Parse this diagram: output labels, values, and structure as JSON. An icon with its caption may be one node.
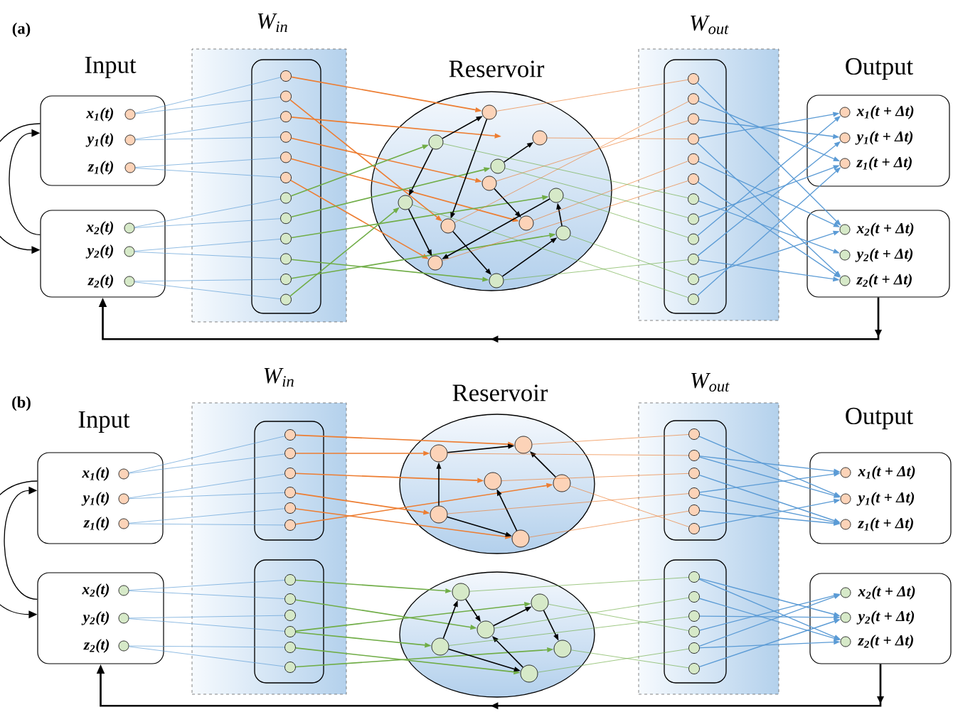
{
  "diagram": {
    "nodes": [
      {
        "text": [
          "x$_{1}$(t)",
          "y$_{1}$(t)",
          "z$_{1}$(t)"
        ]
      },
      {
        "text": [],
        "shape": "circle",
        "in": 0
      },
      {
        "text": [],
        "shape": "circle",
        "in": 0
      },
      {
        "text": [],
        "shape": "circle",
        "in": 0
      },
      {
        "text": [
          "x$_{2}$(t)",
          "y$_{2}$(t)",
          "z$_{2}$(t)"
        ]
      },
      {
        "text": [],
        "shape": "circle",
        "in": 4
      },
      {
        "text": [],
        "shape": "circle",
        "in": 4
      },
      {
        "text": [],
        "shape": "circle",
        "in": 4
      },
      {
        "text": [
          "W$_{in}$"
        ]
      },
      {
        "text": [],
        "shape": "box",
        "in": 8
      },
      {
        "text": [],
        "shape": "circle",
        "in": 9
      },
      {
        "text": [],
        "shape": "circle",
        "in": 9
      },
      {
        "text": [],
        "shape": "circle",
        "in": 9
      },
      {
        "text": [],
        "shape": "circle",
        "in": 9
      },
      {
        "text": [],
        "shape": "circle",
        "in": 9
      },
      {
        "text": [],
        "shape": "circle",
        "in": 9
      },
      {
        "text": [],
        "shape": "circle",
        "in": 9
      },
      {
        "text": [],
        "shape": "circle",
        "in": 9
      },
      {
        "text": [],
        "shape": "circle",
        "in": 9
      },
      {
        "text": [],
        "shape": "circle",
        "in": 9
      },
      {
        "text": [],
        "shape": "circle",
        "in": 9
      },
      {
        "text": [],
        "shape": "circle",
        "in": 9
      },
      {
        "text": [
          "Reservoir"
        ]
      },
      {
        "text": [],
        "shape": "circle",
        "in": 22
      },
      {
        "text": [],
        "shape": "circle",
        "in": 22
      },
      {
        "text": [],
        "shape": "circle",
        "in": 22
      },
      {
        "text": [],
        "shape": "circle",
        "in": 22
      },
      {
        "text": [],
        "shape": "circle",
        "in": 22
      },
      {
        "text": [],
        "shape": "circle",
        "in": 22
      },
      {
        "text": [],
        "shape": "circle",
        "in": 22
      },
      {
        "text": [],
        "shape": "circle",
        "in": 22
      },
      {
        "text": [],
        "shape": "circle",
        "in": 22
      },
      {
        "text": [],
        "shape": "circle",
        "in": 22
      },
      {
        "text": [],
        "shape": "circle",
        "in": 22
      },
      {
        "text": [],
        "shape": "circle",
        "in": 22
      },
      {
        "text": [
          "W$_{out}$"
        ]
      },
      {
        "text": [],
        "shape": "box",
        "in": 35
      },
      {
        "text": [],
        "shape": "circle",
        "in": 36
      },
      {
        "text": [],
        "shape": "circle",
        "in": 36
      },
      {
        "text": [],
        "shape": "circle",
        "in": 36
      },
      {
        "text": [],
        "shape": "circle",
        "in": 36
      },
      {
        "text": [],
        "shape": "circle",
        "in": 36
      },
      {
        "text": [],
        "shape": "circle",
        "in": 36
      },
      {
        "text": [],
        "shape": "circle",
        "in": 36
      },
      {
        "text": [],
        "shape": "circle",
        "in": 36
      },
      {
        "text": [],
        "shape": "circle",
        "in": 36
      },
      {
        "text": [],
        "shape": "circle",
        "in": 36
      },
      {
        "text": [],
        "shape": "circle",
        "in": 36
      },
      {
        "text": [],
        "shape": "circle",
        "in": 36
      },
      {
        "text": [
          "x$_{1}$(t + Δt)",
          "y$_{1}$(t + Δt)",
          "z$_{1}$(t + Δt)"
        ]
      },
      {
        "text": [],
        "shape": "circle",
        "in": 49
      },
      {
        "text": [],
        "shape": "circle",
        "in": 49
      },
      {
        "text": [],
        "shape": "circle",
        "in": 49
      },
      {
        "text": [
          "x$_{2}$(t + Δt)",
          "y$_{2}$(t + Δt)",
          "z$_{2}$(t + Δt)"
        ]
      },
      {
        "text": [],
        "shape": "circle",
        "in": 53
      },
      {
        "text": [],
        "shape": "circle",
        "in": 53
      },
      {
        "text": [],
        "shape": "circle",
        "in": 53
      },
      {
        "text": [
          "x$_{1}$(t)",
          "y$_{1}$(t)",
          "z$_{1}$(t)"
        ]
      },
      {
        "text": [],
        "shape": "circle",
        "in": 57
      },
      {
        "text": [],
        "shape": "circle",
        "in": 57
      },
      {
        "text": [],
        "shape": "circle",
        "in": 57
      },
      {
        "text": [
          "x$_{2}$(t)",
          "y$_{2}$(t)",
          "z$_{2}$(t)"
        ]
      },
      {
        "text": [],
        "shape": "circle",
        "in": 61
      },
      {
        "text": [],
        "shape": "circle",
        "in": 61
      },
      {
        "text": [],
        "shape": "circle",
        "in": 61
      },
      {
        "text": [
          "W$_{in}$"
        ]
      },
      {
        "text": [],
        "shape": "box",
        "in": 65
      },
      {
        "text": [],
        "shape": "circle",
        "in": 66
      },
      {
        "text": [],
        "shape": "circle",
        "in": 66
      },
      {
        "text": [],
        "shape": "circle",
        "in": 66
      },
      {
        "text": [],
        "shape": "circle",
        "in": 66
      },
      {
        "text": [],
        "shape": "circle",
        "in": 66
      },
      {
        "text": [],
        "shape": "circle",
        "in": 66
      },
      {
        "text": [],
        "shape": "box",
        "in": 65
      },
      {
        "text": [],
        "shape": "circle",
        "in": 73
      },
      {
        "text": [],
        "shape": "circle",
        "in": 73
      },
      {
        "text": [],
        "shape": "circle",
        "in": 73
      },
      {
        "text": [],
        "shape": "circle",
        "in": 73
      },
      {
        "text": [],
        "shape": "circle",
        "in": 73
      },
      {
        "text": [],
        "shape": "circle",
        "in": 73
      },
      {
        "text": [
          "Reservoir"
        ]
      },
      {
        "text": [],
        "shape": "circle",
        "in": 80
      },
      {
        "text": [],
        "shape": "circle",
        "in": 80
      },
      {
        "text": [],
        "shape": "circle",
        "in": 80
      },
      {
        "text": [],
        "shape": "circle",
        "in": 80
      },
      {
        "text": [],
        "shape": "circle",
        "in": 80
      },
      {
        "text": [],
        "shape": "circle",
        "in": 80
      },
      {
        "text": [],
        "shape": "ellipse"
      },
      {
        "text": [],
        "shape": "circle",
        "in": 87
      },
      {
        "text": [],
        "shape": "circle",
        "in": 87
      },
      {
        "text": [],
        "shape": "circle",
        "in": 87
      },
      {
        "text": [],
        "shape": "circle",
        "in": 87
      },
      {
        "text": [],
        "shape": "circle",
        "in": 87
      },
      {
        "text": [],
        "shape": "circle",
        "in": 87
      },
      {
        "text": [
          "W$_{out}$"
        ]
      },
      {
        "text": [],
        "shape": "box",
        "in": 94
      },
      {
        "text": [],
        "shape": "circle",
        "in": 95
      },
      {
        "text": [],
        "shape": "circle",
        "in": 95
      },
      {
        "text": [],
        "shape": "circle",
        "in": 95
      },
      {
        "text": [],
        "shape": "circle",
        "in": 95
      },
      {
        "text": [],
        "shape": "circle",
        "in": 95
      },
      {
        "text": [],
        "shape": "circle",
        "in": 95
      },
      {
        "text": [],
        "shape": "box",
        "in": 94
      },
      {
        "text": [],
        "shape": "circle",
        "in": 102
      },
      {
        "text": [],
        "shape": "circle",
        "in": 102
      },
      {
        "text": [],
        "shape": "circle",
        "in": 102
      },
      {
        "text": [],
        "shape": "circle",
        "in": 102
      },
      {
        "text": [],
        "shape": "circle",
        "in": 102
      },
      {
        "text": [],
        "shape": "circle",
        "in": 102
      },
      {
        "text": [
          "x$_{1}$(t + Δt)",
          "y$_{1}$(t + Δt)",
          "z$_{1}$(t + Δt)"
        ]
      },
      {
        "text": [],
        "shape": "circle",
        "in": 109
      },
      {
        "text": [],
        "shape": "circle",
        "in": 109
      },
      {
        "text": [],
        "shape": "circle",
        "in": 109
      },
      {
        "text": [
          "x$_{2}$(t + Δt)",
          "y$_{2}$(t + Δt)",
          "z$_{2}$(t + Δt)"
        ]
      },
      {
        "text": [],
        "shape": "circle",
        "in": 113
      },
      {
        "text": [],
        "shape": "circle",
        "in": 113
      },
      {
        "text": [],
        "shape": "circle",
        "in": 113
      }
    ],
    "edges": [
      {
        "from": 1,
        "to": 10,
        "arrow": "none"
      },
      {
        "from": 1,
        "to": 11,
        "arrow": "none"
      },
      {
        "from": 2,
        "to": 12,
        "arrow": "none"
      },
      {
        "from": 2,
        "to": 13,
        "arrow": "none"
      },
      {
        "from": 3,
        "to": 14,
        "arrow": "none"
      },
      {
        "from": 3,
        "to": 15,
        "arrow": "none"
      },
      {
        "from": 5,
        "to": 16,
        "arrow": "none"
      },
      {
        "from": 5,
        "to": 17,
        "arrow": "none"
      },
      {
        "from": 6,
        "to": 18,
        "arrow": "none"
      },
      {
        "from": 6,
        "to": 19,
        "arrow": "none"
      },
      {
        "from": 7,
        "to": 20,
        "arrow": "none"
      },
      {
        "from": 7,
        "to": 21,
        "arrow": "none"
      },
      {
        "from": 10,
        "to": 23,
        "arrow": "to",
        "color": "#ed7d31"
      },
      {
        "from": 11,
        "to": 30,
        "arrow": "to",
        "color": "#ed7d31"
      },
      {
        "from": 12,
        "to": null,
        "arrow": "to",
        "color": "#ed7d31"
      },
      {
        "from": 13,
        "to": 28,
        "arrow": "to",
        "color": "#ed7d31"
      },
      {
        "from": 14,
        "to": 31,
        "arrow": "to",
        "color": "#ed7d31"
      },
      {
        "from": 15,
        "to": 33,
        "arrow": "to",
        "color": "#ed7d31"
      },
      {
        "from": 16,
        "to": 24,
        "arrow": "to",
        "color": "#70ad47"
      },
      {
        "from": 17,
        "to": 26,
        "arrow": "to",
        "color": "#70ad47"
      },
      {
        "from": 18,
        "to": 27,
        "arrow": "to",
        "color": "#70ad47"
      },
      {
        "from": 19,
        "to": 34,
        "arrow": "to",
        "color": "#70ad47"
      },
      {
        "from": 20,
        "to": 32,
        "arrow": "to",
        "color": "#70ad47"
      },
      {
        "from": 21,
        "to": 29,
        "arrow": "to",
        "color": "#70ad47"
      },
      {
        "from": 24,
        "to": 23,
        "arrow": "to",
        "color": "#000000"
      },
      {
        "from": 23,
        "to": 30,
        "arrow": "to",
        "color": "#000000"
      },
      {
        "from": 24,
        "to": 29,
        "arrow": "to",
        "color": "#000000"
      },
      {
        "from": 26,
        "to": 25,
        "arrow": "to",
        "color": "#000000"
      },
      {
        "from": 28,
        "to": 31,
        "arrow": "to",
        "color": "#000000"
      },
      {
        "from": 29,
        "to": 33,
        "arrow": "to",
        "color": "#000000"
      },
      {
        "from": 32,
        "to": 27,
        "arrow": "to",
        "color": "#000000"
      },
      {
        "from": 27,
        "to": 33,
        "arrow": "to",
        "color": "#000000"
      },
      {
        "from": 30,
        "to": 34,
        "arrow": "to",
        "color": "#000000"
      },
      {
        "from": 34,
        "to": 32,
        "arrow": "to",
        "color": "#000000"
      },
      {
        "from": 23,
        "to": 37,
        "arrow": "none",
        "color": "#ed7d31"
      },
      {
        "from": 30,
        "to": 38,
        "arrow": "none",
        "color": "#ed7d31"
      },
      {
        "from": 25,
        "to": 40,
        "arrow": "none",
        "color": "#ed7d31"
      },
      {
        "from": 28,
        "to": 39,
        "arrow": "none",
        "color": "#ed7d31"
      },
      {
        "from": 31,
        "to": 41,
        "arrow": "none",
        "color": "#ed7d31"
      },
      {
        "from": 33,
        "to": 42,
        "arrow": "none",
        "color": "#ed7d31"
      },
      {
        "from": 24,
        "to": 43,
        "arrow": "none",
        "color": "#70ad47"
      },
      {
        "from": 26,
        "to": 44,
        "arrow": "none",
        "color": "#70ad47"
      },
      {
        "from": 27,
        "to": 45,
        "arrow": "none",
        "color": "#70ad47"
      },
      {
        "from": 34,
        "to": 46,
        "arrow": "none",
        "color": "#70ad47"
      },
      {
        "from": 29,
        "to": 48,
        "arrow": "none",
        "color": "#70ad47"
      },
      {
        "from": 32,
        "to": 47,
        "arrow": "none",
        "color": "#70ad47"
      },
      {
        "from": 37,
        "to": 54,
        "arrow": "to"
      },
      {
        "from": 38,
        "to": 52,
        "arrow": "to"
      },
      {
        "from": 39,
        "to": 51,
        "arrow": "to"
      },
      {
        "from": 40,
        "to": 50,
        "arrow": "to"
      },
      {
        "from": 40,
        "to": 56,
        "arrow": "to"
      },
      {
        "from": 41,
        "to": 54,
        "arrow": "to"
      },
      {
        "from": 42,
        "to": 56,
        "arrow": "to"
      },
      {
        "from": 43,
        "to": 55,
        "arrow": "to"
      },
      {
        "from": 44,
        "to": 52,
        "arrow": "to"
      },
      {
        "from": 45,
        "to": 50,
        "arrow": "to"
      },
      {
        "from": 46,
        "to": 56,
        "arrow": "to"
      },
      {
        "from": 46,
        "to": 51,
        "arrow": "to"
      },
      {
        "from": 47,
        "to": 54,
        "arrow": "to"
      },
      {
        "from": 48,
        "to": 52,
        "arrow": "to"
      },
      {
        "from": 53,
        "to": 4,
        "arrow": "to",
        "color": "#000000"
      },
      {
        "from": 4,
        "to": 0,
        "arrow": "to",
        "color": "#000000"
      },
      {
        "from": 0,
        "to": 4,
        "arrow": "to",
        "color": "#000000"
      },
      {
        "from": 58,
        "to": 67,
        "arrow": "none"
      },
      {
        "from": 58,
        "to": 68,
        "arrow": "none"
      },
      {
        "from": 59,
        "to": 69,
        "arrow": "none"
      },
      {
        "from": 59,
        "to": 70,
        "arrow": "none"
      },
      {
        "from": 60,
        "to": 71,
        "arrow": "none"
      },
      {
        "from": 60,
        "to": 72,
        "arrow": "none"
      },
      {
        "from": 62,
        "to": 74,
        "arrow": "none"
      },
      {
        "from": 62,
        "to": 75,
        "arrow": "none"
      },
      {
        "from": 63,
        "to": 76,
        "arrow": "none"
      },
      {
        "from": 63,
        "to": 77,
        "arrow": "none"
      },
      {
        "from": 64,
        "to": 78,
        "arrow": "none"
      },
      {
        "from": 64,
        "to": 79,
        "arrow": "none"
      },
      {
        "from": 67,
        "to": 81,
        "arrow": "to",
        "color": "#ed7d31"
      },
      {
        "from": 68,
        "to": 82,
        "arrow": "to",
        "color": "#ed7d31"
      },
      {
        "from": 69,
        "to": 83,
        "arrow": "to",
        "color": "#ed7d31"
      },
      {
        "from": 70,
        "to": 85,
        "arrow": "to",
        "color": "#ed7d31"
      },
      {
        "from": 71,
        "to": 86,
        "arrow": "to",
        "color": "#ed7d31"
      },
      {
        "from": 72,
        "to": 84,
        "arrow": "to",
        "color": "#ed7d31"
      },
      {
        "from": 74,
        "to": 88,
        "arrow": "to",
        "color": "#70ad47"
      },
      {
        "from": 75,
        "to": 90,
        "arrow": "to",
        "color": "#70ad47"
      },
      {
        "from": 77,
        "to": 89,
        "arrow": "to",
        "color": "#70ad47"
      },
      {
        "from": 77,
        "to": 91,
        "arrow": "to",
        "color": "#70ad47"
      },
      {
        "from": 78,
        "to": 93,
        "arrow": "to",
        "color": "#70ad47"
      },
      {
        "from": 79,
        "to": 92,
        "arrow": "to",
        "color": "#70ad47"
      },
      {
        "from": 82,
        "to": 81,
        "arrow": "to",
        "color": "#000000"
      },
      {
        "from": 85,
        "to": 82,
        "arrow": "to",
        "color": "#000000"
      },
      {
        "from": 84,
        "to": 81,
        "arrow": "to",
        "color": "#000000"
      },
      {
        "from": 86,
        "to": 83,
        "arrow": "to",
        "color": "#000000"
      },
      {
        "from": 85,
        "to": 86,
        "arrow": "to",
        "color": "#000000"
      },
      {
        "from": 91,
        "to": 88,
        "arrow": "to",
        "color": "#000000"
      },
      {
        "from": 88,
        "to": 90,
        "arrow": "to",
        "color": "#000000"
      },
      {
        "from": 90,
        "to": 89,
        "arrow": "to",
        "color": "#000000"
      },
      {
        "from": 89,
        "to": 92,
        "arrow": "to",
        "color": "#000000"
      },
      {
        "from": 93,
        "to": 90,
        "arrow": "to",
        "color": "#000000"
      },
      {
        "from": 91,
        "to": 93,
        "arrow": "to",
        "color": "#000000"
      },
      {
        "from": 81,
        "to": 96,
        "arrow": "none",
        "color": "#ed7d31"
      },
      {
        "from": 82,
        "to": 97,
        "arrow": "none",
        "color": "#ed7d31"
      },
      {
        "from": 83,
        "to": 98,
        "arrow": "none",
        "color": "#ed7d31"
      },
      {
        "from": 85,
        "to": 99,
        "arrow": "none",
        "color": "#ed7d31"
      },
      {
        "from": 86,
        "to": 100,
        "arrow": "none",
        "color": "#ed7d31"
      },
      {
        "from": 84,
        "to": 101,
        "arrow": "none",
        "color": "#ed7d31"
      },
      {
        "from": 88,
        "to": 103,
        "arrow": "none",
        "color": "#70ad47"
      },
      {
        "from": 90,
        "to": 104,
        "arrow": "none",
        "color": "#70ad47"
      },
      {
        "from": 91,
        "to": 105,
        "arrow": "none",
        "color": "#70ad47"
      },
      {
        "from": 89,
        "to": 106,
        "arrow": "none",
        "color": "#70ad47"
      },
      {
        "from": 93,
        "to": 107,
        "arrow": "none",
        "color": "#70ad47"
      },
      {
        "from": 92,
        "to": 108,
        "arrow": "none",
        "color": "#70ad47"
      },
      {
        "from": 96,
        "to": 111,
        "arrow": "to"
      },
      {
        "from": 97,
        "to": 110,
        "arrow": "to"
      },
      {
        "from": 97,
        "to": 111,
        "arrow": "to"
      },
      {
        "from": 98,
        "to": 112,
        "arrow": "to"
      },
      {
        "from": 99,
        "to": 110,
        "arrow": "to"
      },
      {
        "from": 99,
        "to": 112,
        "arrow": "to"
      },
      {
        "from": 100,
        "to": 112,
        "arrow": "to"
      },
      {
        "from": 101,
        "to": 111,
        "arrow": "to"
      },
      {
        "from": 103,
        "to": 115,
        "arrow": "to"
      },
      {
        "from": 103,
        "to": 116,
        "arrow": "to"
      },
      {
        "from": 104,
        "to": 116,
        "arrow": "to"
      },
      {
        "from": 105,
        "to": 115,
        "arrow": "to"
      },
      {
        "from": 106,
        "to": 114,
        "arrow": "to"
      },
      {
        "from": 107,
        "to": 114,
        "arrow": "to"
      },
      {
        "from": 107,
        "to": 116,
        "arrow": "to"
      },
      {
        "from": 108,
        "to": 115,
        "arrow": "to"
      },
      {
        "from": 113,
        "to": 61,
        "arrow": "to",
        "color": "#000000"
      },
      {
        "from": 61,
        "to": 57,
        "arrow": "to",
        "color": "#000000"
      },
      {
        "from": 57,
        "to": 61,
        "arrow": "to",
        "color": "#000000"
      }
    ],
    "labels": [
      "(a)",
      "Input",
      "Output",
      "(b)",
      "Input",
      "Output"
    ]
  }
}
